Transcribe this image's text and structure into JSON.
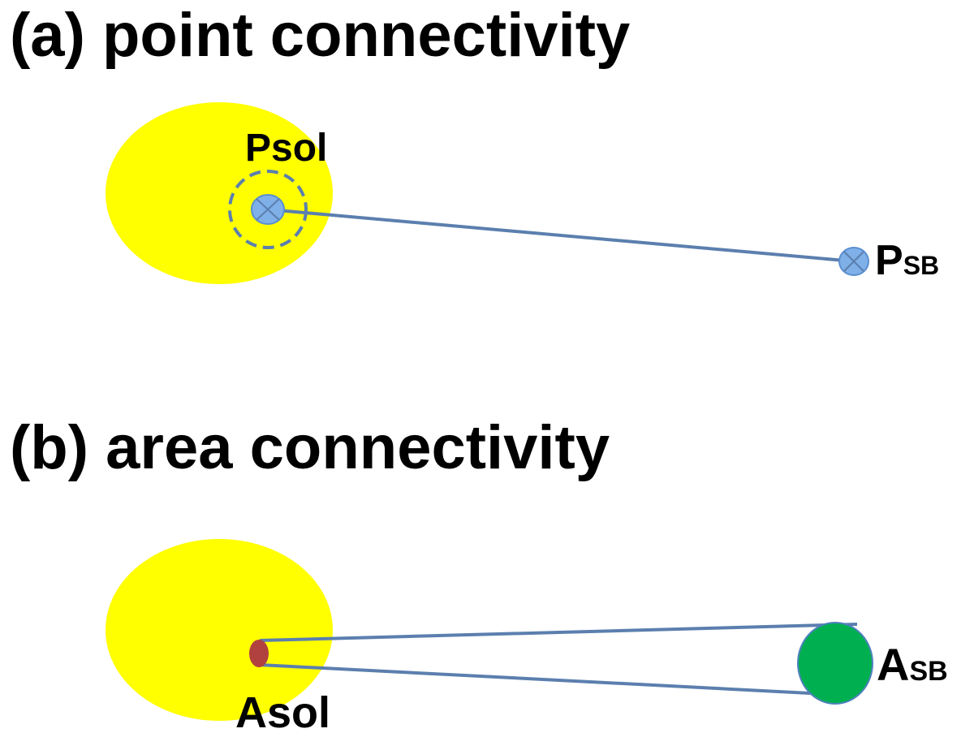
{
  "panel_a": {
    "title": "(a) point connectivity",
    "label_sol": "Psol",
    "label_sb_main": "P",
    "label_sb_sub": "SB"
  },
  "panel_b": {
    "title": "(b) area connectivity",
    "label_sol": "Asol",
    "label_sb_main": "A",
    "label_sb_sub": "SB"
  },
  "colors": {
    "sun": "#ffff00",
    "line": "#5b7fae",
    "point": "#7fb0e8",
    "point_stroke": "#5b8fd0",
    "dashed_circle": "#5b7fae",
    "area_sol": "#b0413e",
    "area_sb": "#00b050",
    "area_sb_stroke": "#4f81bd"
  }
}
